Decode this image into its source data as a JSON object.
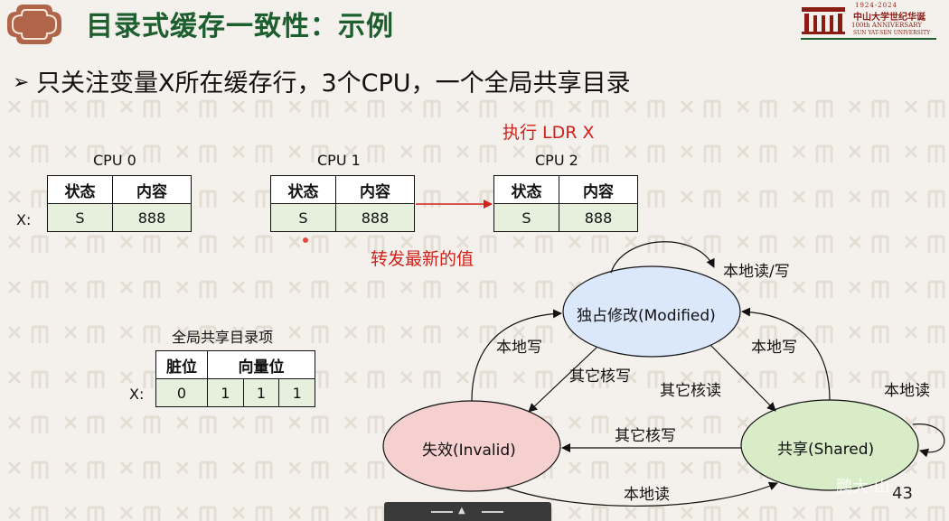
{
  "slide": {
    "title": "目录式缓存一致性：示例",
    "bullet": "只关注变量X所在缓存行，3个CPU，一个全局共享目录",
    "page_number": "43",
    "watermark": "鹏大·山"
  },
  "logo": {
    "years": "1924-2024",
    "name_cn": "中山大学世纪华诞",
    "anniversary": "100th ANNIVERSARY",
    "university": "SUN YAT-SEN UNIVERSITY"
  },
  "cpus": [
    {
      "name": "CPU 0",
      "header": [
        "状态",
        "内容"
      ],
      "state": "S",
      "content": "888"
    },
    {
      "name": "CPU 1",
      "header": [
        "状态",
        "内容"
      ],
      "state": "S",
      "content": "888"
    },
    {
      "name": "CPU 2",
      "header": [
        "状态",
        "内容"
      ],
      "state": "S",
      "content": "888"
    }
  ],
  "row_label": "X:",
  "action": {
    "exec": "执行 LDR  X",
    "forward": "转发最新的值"
  },
  "directory": {
    "title": "全局共享目录项",
    "dirty_header": "脏位",
    "vector_header": "向量位",
    "row_label": "X:",
    "dirty": "0",
    "vector": [
      "1",
      "1",
      "1"
    ]
  },
  "fsm": {
    "states": {
      "modified": "独占修改(Modified)",
      "invalid": "失效(Invalid)",
      "shared": "共享(Shared)"
    },
    "edges": {
      "modified_self": "本地读/写",
      "invalid_to_modified": "本地写",
      "modified_to_invalid": "其它核写",
      "modified_to_shared": "其它核读",
      "shared_to_modified": "本地写",
      "shared_self": "本地读",
      "shared_to_invalid": "其它核写",
      "invalid_to_shared": "本地读"
    },
    "colors": {
      "modified": "#dbe8fb",
      "invalid": "#f6cfcf",
      "shared": "#d8ecc8"
    }
  },
  "colors": {
    "title": "#1c5e2e",
    "red": "#d2201a"
  }
}
